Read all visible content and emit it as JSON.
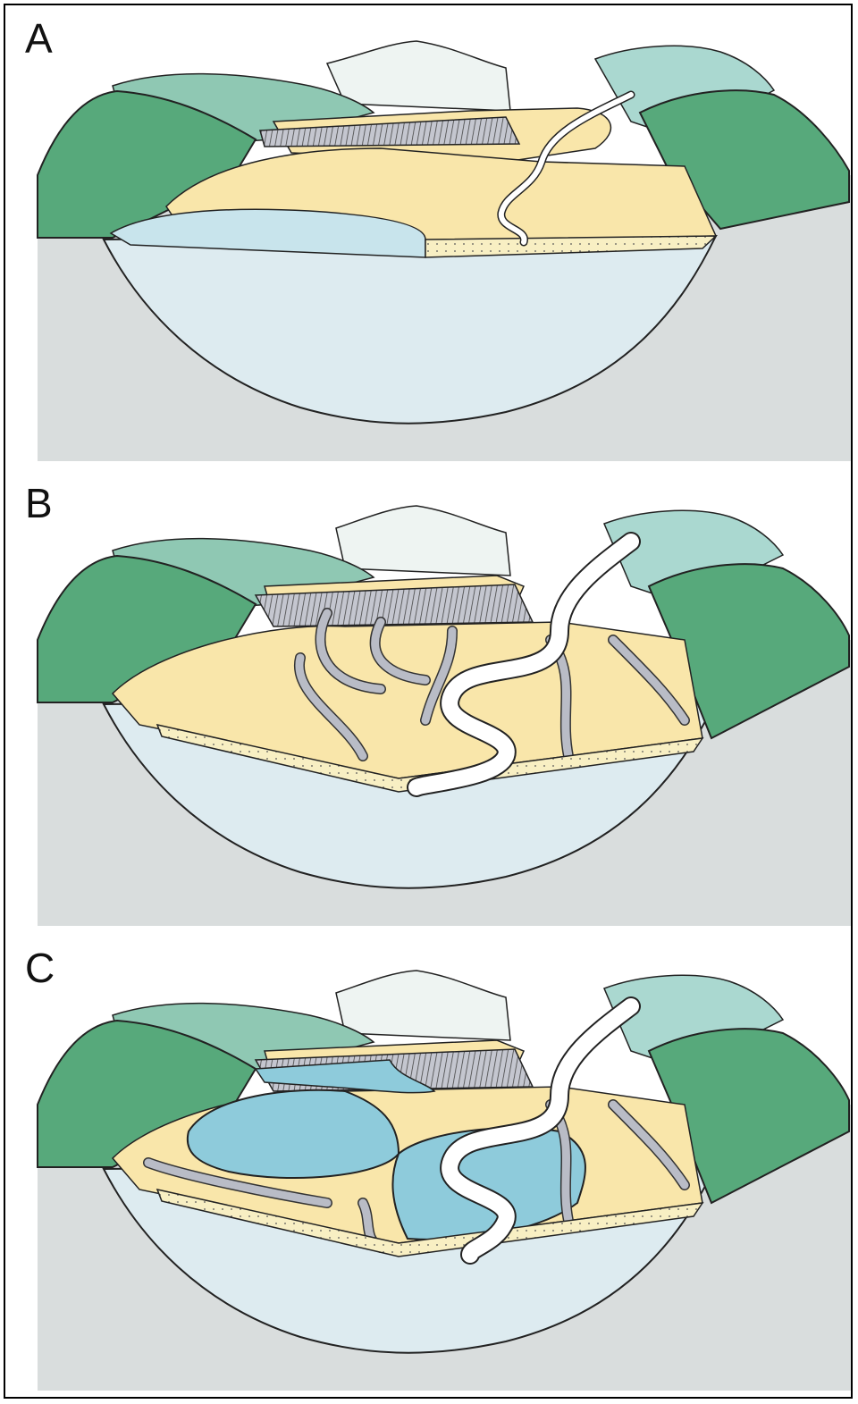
{
  "panels": [
    {
      "label": "A"
    },
    {
      "label": "B"
    },
    {
      "label": "C"
    }
  ],
  "colors": {
    "background_ground": "#d9dddd",
    "valley_fill": "#ddebf0",
    "hill_dark": "#57a97b",
    "hill_mid": "#8fc8b3",
    "hill_far": "#c5e4dd",
    "mountain": "#eef4f2",
    "terrace": "#f9e6aa",
    "scarp": "#b9bcc6",
    "river": "#ffffff",
    "lake": "#c8e4ec",
    "lake_deep": "#8ecbdb",
    "sand": "#f8efc3"
  }
}
